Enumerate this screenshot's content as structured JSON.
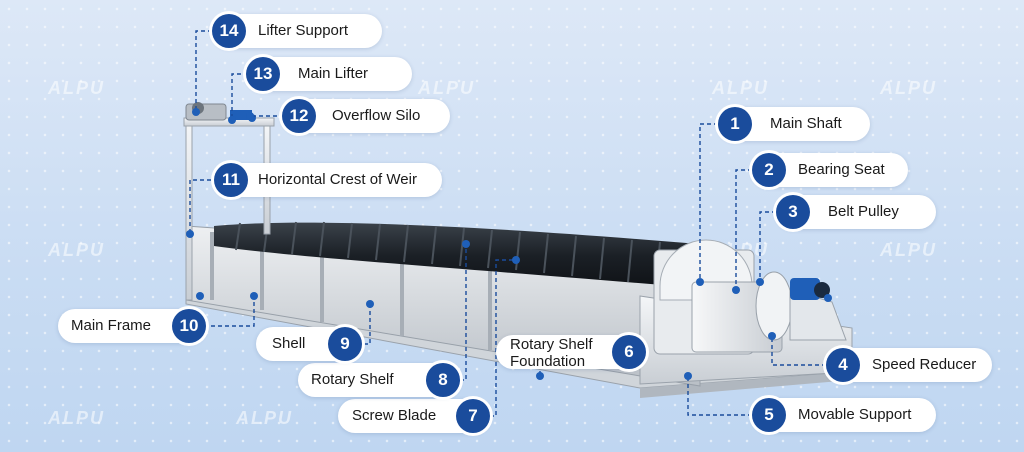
{
  "watermark": "ALPU",
  "colors": {
    "badge": "#1a4c9c",
    "leader": "#1a4c9c",
    "frame": "#e6e9ed",
    "screw": "#1c2127"
  },
  "callouts": [
    {
      "num": "1",
      "label": "Main Shaft"
    },
    {
      "num": "2",
      "label": "Bearing Seat"
    },
    {
      "num": "3",
      "label": "Belt Pulley"
    },
    {
      "num": "4",
      "label": "Speed Reducer"
    },
    {
      "num": "5",
      "label": "Movable Support"
    },
    {
      "num": "6",
      "label_line1": "Rotary Shelf",
      "label_line2": "Foundation"
    },
    {
      "num": "7",
      "label": "Screw Blade"
    },
    {
      "num": "8",
      "label": "Rotary Shelf"
    },
    {
      "num": "9",
      "label": "Shell"
    },
    {
      "num": "10",
      "label": "Main Frame"
    },
    {
      "num": "11",
      "label": "Horizontal Crest of Weir"
    },
    {
      "num": "12",
      "label": "Overflow Silo"
    },
    {
      "num": "13",
      "label": "Main Lifter"
    },
    {
      "num": "14",
      "label": "Lifter Support"
    }
  ]
}
